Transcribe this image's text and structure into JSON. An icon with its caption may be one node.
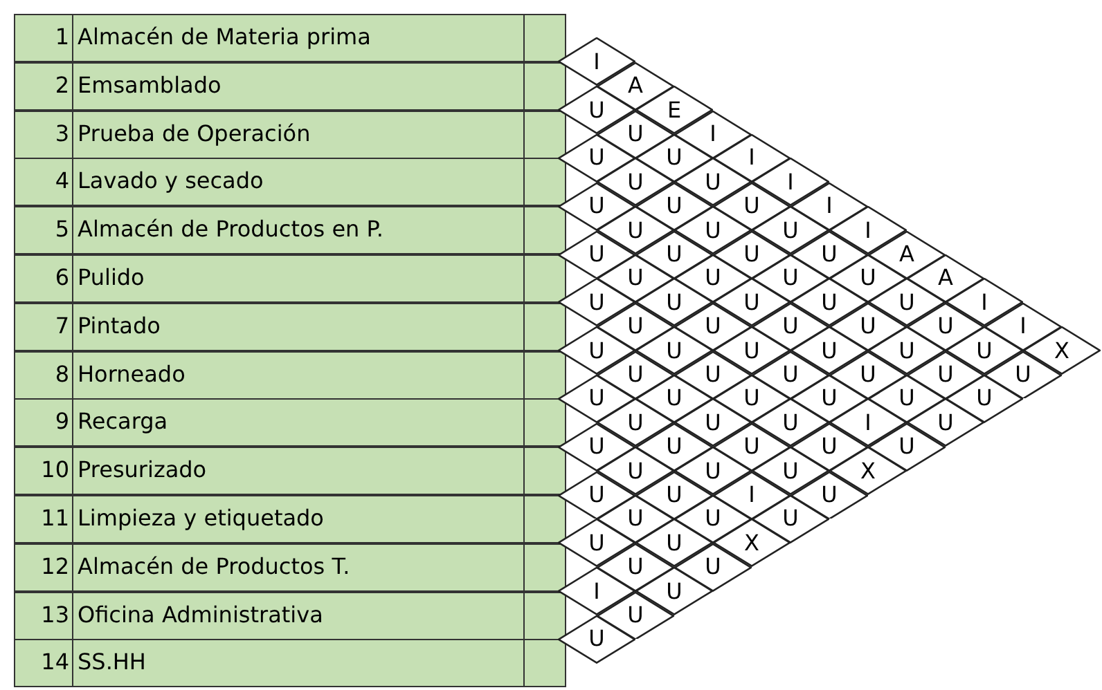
{
  "diagram": {
    "nodes": [
      {
        "text": [
          "I"
        ]
      },
      {
        "text": [
          "U"
        ]
      },
      {
        "text": [
          "U"
        ]
      },
      {
        "text": [
          "U"
        ]
      },
      {
        "text": [
          "U"
        ]
      },
      {
        "text": [
          "U"
        ]
      },
      {
        "text": [
          "U"
        ]
      },
      {
        "text": [
          "U"
        ]
      },
      {
        "text": [
          "U"
        ]
      },
      {
        "text": [
          "U"
        ]
      },
      {
        "text": [
          "U"
        ]
      },
      {
        "text": [
          "I"
        ]
      },
      {
        "text": [
          "U"
        ]
      },
      {
        "text": [
          "A"
        ]
      },
      {
        "text": [
          "U"
        ]
      },
      {
        "text": [
          "U"
        ]
      },
      {
        "text": [
          "U"
        ]
      },
      {
        "text": [
          "U"
        ]
      },
      {
        "text": [
          "U"
        ]
      },
      {
        "text": [
          "U"
        ]
      },
      {
        "text": [
          "U"
        ]
      },
      {
        "text": [
          "U"
        ]
      },
      {
        "text": [
          "U"
        ]
      },
      {
        "text": [
          "U"
        ]
      },
      {
        "text": [
          "U"
        ]
      },
      {
        "text": [
          "E"
        ]
      },
      {
        "text": [
          "U"
        ]
      },
      {
        "text": [
          "U"
        ]
      },
      {
        "text": [
          "U"
        ]
      },
      {
        "text": [
          "U"
        ]
      },
      {
        "text": [
          "U"
        ]
      },
      {
        "text": [
          "U"
        ]
      },
      {
        "text": [
          "U"
        ]
      },
      {
        "text": [
          "U"
        ]
      },
      {
        "text": [
          "U"
        ]
      },
      {
        "text": [
          "U"
        ]
      },
      {
        "text": [
          "I"
        ]
      },
      {
        "text": [
          "U"
        ]
      },
      {
        "text": [
          "U"
        ]
      },
      {
        "text": [
          "U"
        ]
      },
      {
        "text": [
          "U"
        ]
      },
      {
        "text": [
          "U"
        ]
      },
      {
        "text": [
          "U"
        ]
      },
      {
        "text": [
          "U"
        ]
      },
      {
        "text": [
          "U"
        ]
      },
      {
        "text": [
          "U"
        ]
      },
      {
        "text": [
          "I"
        ]
      },
      {
        "text": [
          "U"
        ]
      },
      {
        "text": [
          "U"
        ]
      },
      {
        "text": [
          "U"
        ]
      },
      {
        "text": [
          "U"
        ]
      },
      {
        "text": [
          "U"
        ]
      },
      {
        "text": [
          "U"
        ]
      },
      {
        "text": [
          "I"
        ]
      },
      {
        "text": [
          "X"
        ]
      },
      {
        "text": [
          "I"
        ]
      },
      {
        "text": [
          "U"
        ]
      },
      {
        "text": [
          "U"
        ]
      },
      {
        "text": [
          "U"
        ]
      },
      {
        "text": [
          "U"
        ]
      },
      {
        "text": [
          "U"
        ]
      },
      {
        "text": [
          "U"
        ]
      },
      {
        "text": [
          "U"
        ]
      },
      {
        "text": [
          "I"
        ]
      },
      {
        "text": [
          "U"
        ]
      },
      {
        "text": [
          "U"
        ]
      },
      {
        "text": [
          "U"
        ]
      },
      {
        "text": [
          "U"
        ]
      },
      {
        "text": [
          "U"
        ]
      },
      {
        "text": [
          "U"
        ]
      },
      {
        "text": [
          "I"
        ]
      },
      {
        "text": [
          "U"
        ]
      },
      {
        "text": [
          "U"
        ]
      },
      {
        "text": [
          "U"
        ]
      },
      {
        "text": [
          "I"
        ]
      },
      {
        "text": [
          "X"
        ]
      },
      {
        "text": [
          "A"
        ]
      },
      {
        "text": [
          "U"
        ]
      },
      {
        "text": [
          "U"
        ]
      },
      {
        "text": [
          "U"
        ]
      },
      {
        "text": [
          "U"
        ]
      },
      {
        "text": [
          "A"
        ]
      },
      {
        "text": [
          "U"
        ]
      },
      {
        "text": [
          "U"
        ]
      },
      {
        "text": [
          "U"
        ]
      },
      {
        "text": [
          "I"
        ]
      },
      {
        "text": [
          "U"
        ]
      },
      {
        "text": [
          "U"
        ]
      },
      {
        "text": [
          "I"
        ]
      },
      {
        "text": [
          "U"
        ]
      },
      {
        "text": [
          "X"
        ]
      }
    ],
    "labels": [
      "1",
      "Almacén de Materia prima",
      "2",
      "Emsamblado",
      "3",
      "Prueba de Operación",
      "4",
      "Lavado y secado",
      "5",
      "Almacén de Productos en P.",
      "6",
      "Pulido",
      "7",
      "Pintado",
      "8",
      "Horneado",
      "9",
      "Recarga",
      "10",
      "Presurizado",
      "11",
      "Limpieza y etiquetado",
      "12",
      "Almacén de Productos T.",
      "13",
      "Oficina Administrativa",
      "14",
      "SS.HH"
    ]
  }
}
